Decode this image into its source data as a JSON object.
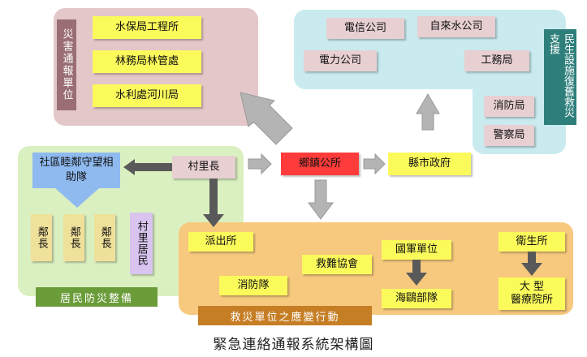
{
  "disaster_report": {
    "label": "災害通報單位",
    "units": [
      "水保局工程所",
      "林務局林管處",
      "水利處河川局"
    ]
  },
  "utility_rescue": {
    "label": "民生設施復舊救災支援",
    "units": [
      "電信公司",
      "自來水公司",
      "電力公司",
      "工務局",
      "消防局",
      "警察局"
    ]
  },
  "resident_preparedness": {
    "label": "居民防災整備",
    "mutual_aid": "社區睦鄰守望相助隊",
    "neighbor_chiefs": [
      "鄰長",
      "鄰長",
      "鄰長"
    ],
    "village_residents": "村里居民"
  },
  "central_chain": {
    "village_chief": "村里長",
    "township_office": "鄉鎮公所",
    "county_government": "縣市政府"
  },
  "emergency_response": {
    "label": "救災單位之應變行動",
    "units": {
      "police_station": "派出所",
      "rescue_association": "救難協會",
      "military_unit": "國軍單位",
      "health_center": "衛生所",
      "fire_brigade": "消防隊",
      "coast_guard": "海鷗部隊",
      "hospital": "大 型\n醫療院所"
    }
  },
  "caption": "緊急連絡通報系統架構圖",
  "colors": {
    "pink_region": "#e3c7c9",
    "pink_label_bar": "#9a6e74",
    "cyan_region": "#c9ebef",
    "teal_label_bar": "#2e7f7b",
    "green_region": "#dbf0c0",
    "green_label_bar": "#6b9c3a",
    "orange_region": "#f7c97e",
    "orange_label_bar": "#c67e25",
    "yellow_box": "#fbfa5b",
    "khaki_box": "#efe09a",
    "mauve_box": "#e7cfd2",
    "red_box": "#ff3b3b",
    "lavender_box": "#d8c4ef",
    "blue_box": "#8fbaf0",
    "arrow_gray": "#b4b4b4",
    "arrow_dark": "#595959"
  }
}
